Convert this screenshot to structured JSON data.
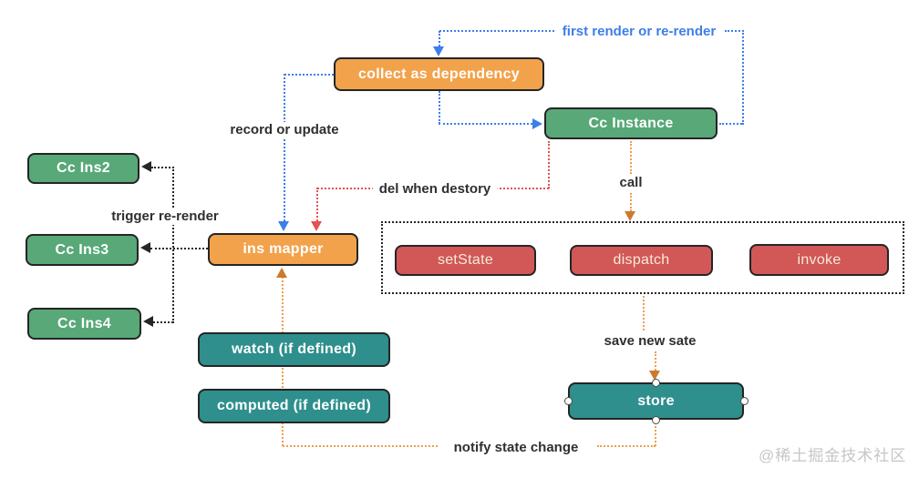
{
  "diagram": {
    "nodes": {
      "collect": {
        "label": "collect as dependency"
      },
      "cc_instance": {
        "label": "Cc Instance"
      },
      "cc_ins2": {
        "label": "Cc Ins2"
      },
      "cc_ins3": {
        "label": "Cc Ins3"
      },
      "cc_ins4": {
        "label": "Cc Ins4"
      },
      "ins_mapper": {
        "label": "ins mapper"
      },
      "set_state": {
        "label": "setState"
      },
      "dispatch": {
        "label": "dispatch"
      },
      "invoke": {
        "label": "invoke"
      },
      "watch": {
        "label": "watch (if defined)"
      },
      "computed": {
        "label": "computed (if defined)"
      },
      "store": {
        "label": "store"
      }
    },
    "edge_labels": {
      "first_render": "first render or re-render",
      "record_or_update": "record or update",
      "del_when_destory": "del when destory",
      "trigger_re_render": "trigger re-render",
      "call": "call",
      "save_new_sate": "save new sate",
      "notify_state_change": "notify state change"
    },
    "watermark": "@稀土掘金技术社区",
    "colors": {
      "accent_blue": "#3D7EEA",
      "orange_fill": "#F2A24B",
      "green_fill": "#58A878",
      "red_fill": "#D25757",
      "teal_fill": "#2E8F8D",
      "node_border": "#252525",
      "line_orange": "#ECA052",
      "arrow_orange": "#CC7A30",
      "line_red": "#E25353",
      "line_black": "#262626",
      "label_text": "#2F2F2F",
      "red_node_text": "#F5ECD9",
      "watermark_gray": "#C6C6C6"
    }
  }
}
